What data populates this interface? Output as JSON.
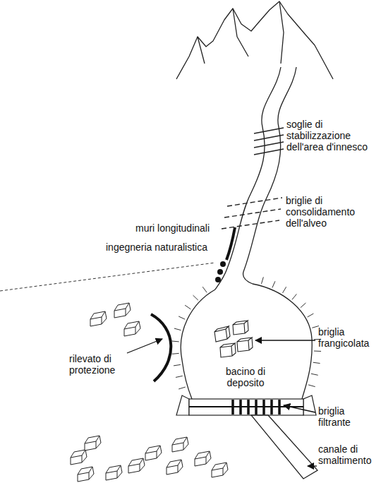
{
  "diagram": {
    "labels": [
      "soglie di stabilizzazione dell'area d'innesco",
      "briglie di consolidamento dell'alveo",
      "muri longitudinali",
      "ingegneria naturalistica",
      "rilevato di protezione",
      "briglia frangicolata",
      "bacino di deposito",
      "briglia filtrante",
      "canale di smaltimento"
    ]
  }
}
